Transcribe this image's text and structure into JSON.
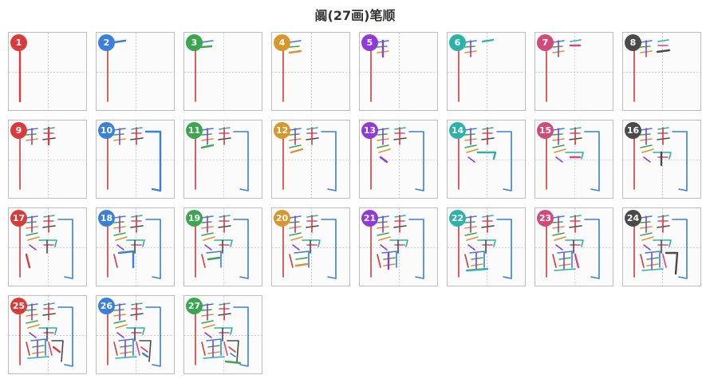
{
  "header": {
    "title": "阘(27画)笔顺"
  },
  "steps": [
    {
      "n": "1"
    },
    {
      "n": "2"
    },
    {
      "n": "3"
    },
    {
      "n": "4"
    },
    {
      "n": "5"
    },
    {
      "n": "6"
    },
    {
      "n": "7"
    },
    {
      "n": "8"
    },
    {
      "n": "9"
    },
    {
      "n": "10"
    },
    {
      "n": "11"
    },
    {
      "n": "12"
    },
    {
      "n": "13"
    },
    {
      "n": "14"
    },
    {
      "n": "15"
    },
    {
      "n": "16"
    },
    {
      "n": "17"
    },
    {
      "n": "18"
    },
    {
      "n": "19"
    },
    {
      "n": "20"
    },
    {
      "n": "21"
    },
    {
      "n": "22"
    },
    {
      "n": "23"
    },
    {
      "n": "24"
    },
    {
      "n": "25"
    },
    {
      "n": "26"
    },
    {
      "n": "27"
    }
  ],
  "colors": {
    "badge_cycle": [
      "#d93a3a",
      "#3a7fd9",
      "#3aa650",
      "#d9962a",
      "#8f3ad9",
      "#2ab3a6",
      "#d04a7a",
      "#4a4a4a"
    ],
    "stroke_cycle": [
      "#d93a3a",
      "#3a7fd9",
      "#3aa650",
      "#d9962a",
      "#8f3ad9",
      "#2ab3a6",
      "#d04a7a",
      "#4a4a4a"
    ],
    "guide": "#c8c8c8",
    "cell_border": "#bdbdbd"
  }
}
